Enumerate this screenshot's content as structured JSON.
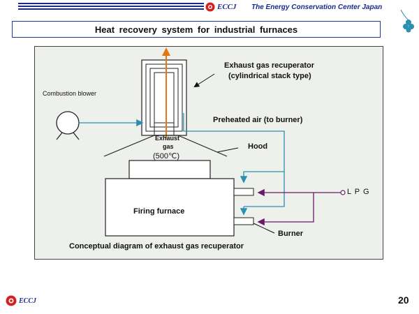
{
  "header": {
    "logo_text": "ECCJ",
    "org_name": "The Energy Conservation Center Japan"
  },
  "slide": {
    "title": "Heat recovery system for industrial furnaces",
    "page_number": "20"
  },
  "diagram": {
    "labels": {
      "recuperator_line1": "Exhaust gas recuperator",
      "recuperator_line2": "(cylindrical stack type)",
      "combustion_blower": "Combustion blower",
      "preheated_air": "Preheated air (to burner)",
      "exhaust_line1": "Exhaust",
      "exhaust_line2": "gas",
      "exhaust_temp": "(500℃)",
      "hood": "Hood",
      "lpg": "L P G",
      "firing_furnace": "Firing furnace",
      "burner": "Burner",
      "caption": "Conceptual diagram of exhaust gas recuperator"
    },
    "colors": {
      "exhaust_arrow": "#e07a10",
      "air_line": "#2a8fb0",
      "lpg_line": "#6a1a6a"
    }
  },
  "footer": {
    "logo_text": "ECCJ"
  }
}
